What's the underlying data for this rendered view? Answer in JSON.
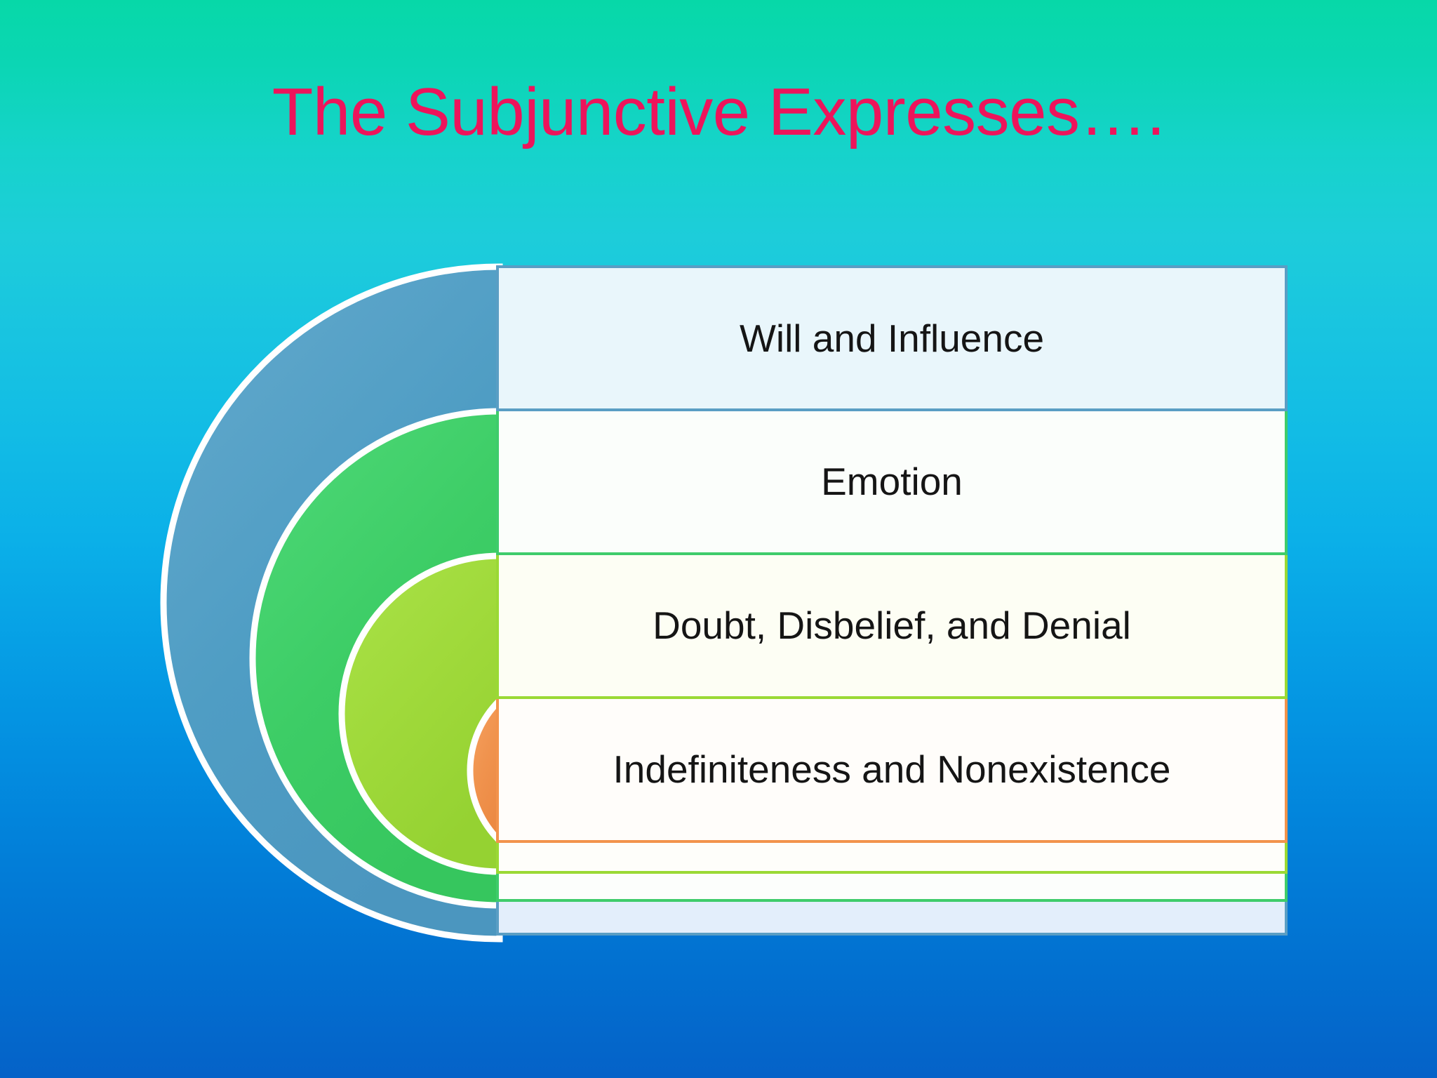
{
  "slide": {
    "title": "The Subjunctive Expresses….",
    "title_color": "#ED145B",
    "background_top_color": "#07d8a8",
    "background_mid_color": "#12bce5",
    "background_bottom_color": "#0562c8"
  },
  "diagram": {
    "type": "nested-semicircles-with-labels",
    "arc_outline_color": "#ffffff",
    "levels": [
      {
        "label": "Will and Influence",
        "arc_color": "#4f9dc4",
        "arc_color_2": "#5fa8c8",
        "box_fill": "#e9f6fb",
        "box_border": "#5a9ec4"
      },
      {
        "label": "Emotion",
        "arc_color": "#3dcd66",
        "arc_color_2": "#4bd573",
        "box_fill": "#fbfefb",
        "box_border": "#3fcc6b"
      },
      {
        "label": "Doubt, Disbelief, and Denial",
        "arc_color": "#9fd93a",
        "arc_color_2": "#abe044",
        "box_fill": "#fdfef4",
        "box_border": "#9ad935"
      },
      {
        "label": "Indefiniteness and Nonexistence",
        "arc_color": "#f0934e",
        "arc_color_2": "#f59d57",
        "box_fill": "#fffdfa",
        "box_border": "#f2934c"
      }
    ],
    "spacer_rows": [
      {
        "fill": "#fefefa",
        "border": "#9ad935"
      },
      {
        "fill": "#fcfefc",
        "border": "#3fcc6b"
      },
      {
        "fill": "#e3eefb",
        "border": "#5a9ec4"
      }
    ]
  }
}
